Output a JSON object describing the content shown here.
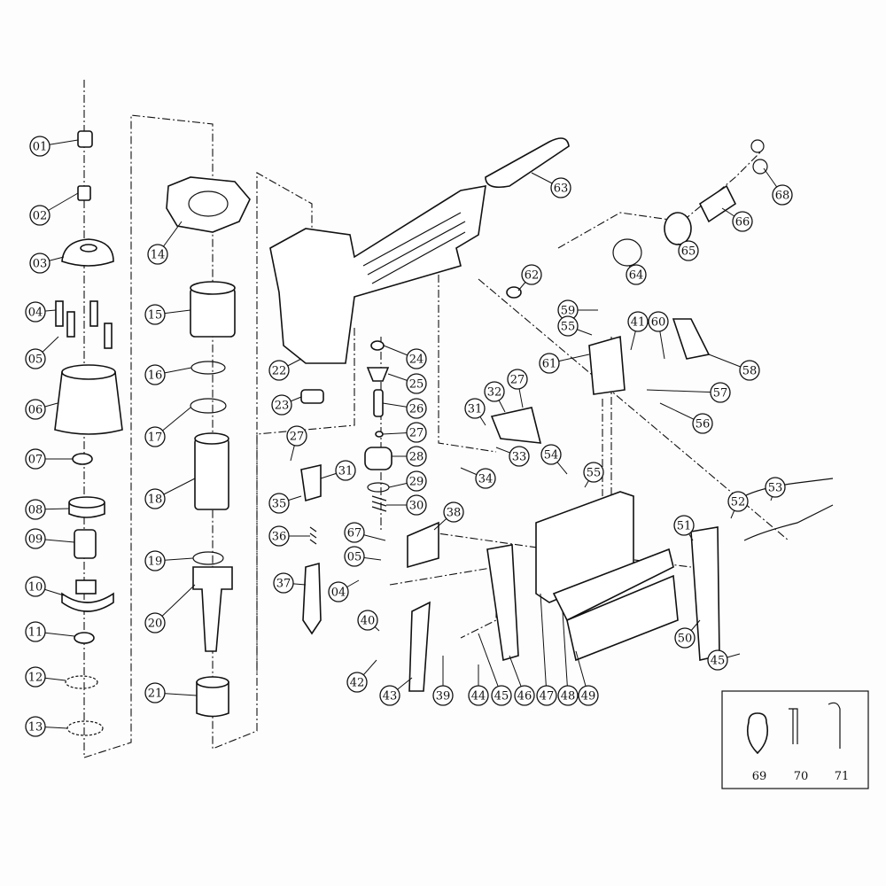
{
  "diagram": {
    "type": "exploded parts diagram",
    "part_labels": [
      "01",
      "02",
      "03",
      "04",
      "05",
      "06",
      "07",
      "08",
      "09",
      "10",
      "11",
      "12",
      "13",
      "14",
      "15",
      "16",
      "17",
      "18",
      "19",
      "20",
      "21",
      "22",
      "23",
      "24",
      "25",
      "26",
      "27",
      "28",
      "29",
      "30",
      "27",
      "31",
      "35",
      "36",
      "37",
      "38",
      "67",
      "05",
      "04",
      "40",
      "42",
      "43",
      "39",
      "44",
      "45",
      "46",
      "47",
      "48",
      "49",
      "50",
      "45",
      "51",
      "52",
      "53",
      "54",
      "55",
      "56",
      "57",
      "58",
      "61",
      "59",
      "55",
      "41",
      "60",
      "62",
      "63",
      "64",
      "65",
      "66",
      "68",
      "32",
      "27",
      "31",
      "33",
      "34"
    ],
    "accessory_box_labels": [
      "69",
      "70",
      "71"
    ]
  }
}
